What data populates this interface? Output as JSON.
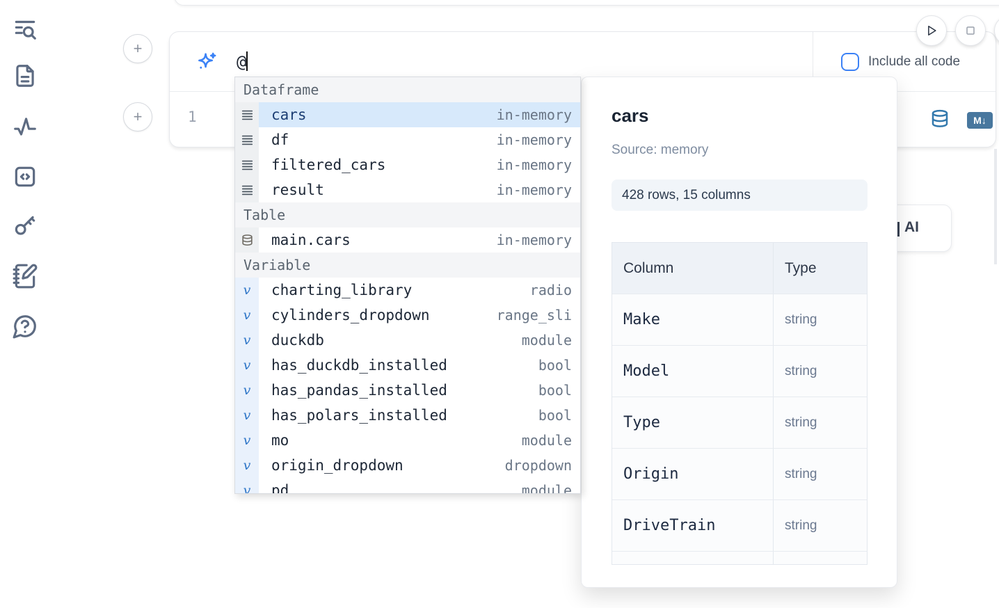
{
  "sidebar": {
    "items": [
      {
        "icon": "list-search-icon"
      },
      {
        "icon": "file-text-icon"
      },
      {
        "icon": "activity-icon"
      },
      {
        "icon": "code-square-icon"
      },
      {
        "icon": "key-icon"
      },
      {
        "icon": "notebook-pen-icon"
      },
      {
        "icon": "help-circle-icon"
      }
    ]
  },
  "toolbar": {
    "run": "run",
    "stop": "stop"
  },
  "ai_prompt": {
    "value": "@",
    "include_all_code": {
      "label": "Include all code",
      "checked": false
    }
  },
  "cell": {
    "line_number": "1",
    "markdown_badge": "M↓"
  },
  "autocomplete": {
    "sections": [
      {
        "label": "Dataframe",
        "icon": "dataframe-icon",
        "items": [
          {
            "name": "cars",
            "detail": "in-memory",
            "selected": true
          },
          {
            "name": "df",
            "detail": "in-memory"
          },
          {
            "name": "filtered_cars",
            "detail": "in-memory"
          },
          {
            "name": "result",
            "detail": "in-memory"
          }
        ]
      },
      {
        "label": "Table",
        "icon": "database-icon",
        "items": [
          {
            "name": "main.cars",
            "detail": "in-memory"
          }
        ]
      },
      {
        "label": "Variable",
        "icon": "variable-icon",
        "items": [
          {
            "name": "charting_library",
            "detail": "radio"
          },
          {
            "name": "cylinders_dropdown",
            "detail": "range_sli"
          },
          {
            "name": "duckdb",
            "detail": "module"
          },
          {
            "name": "has_duckdb_installed",
            "detail": "bool"
          },
          {
            "name": "has_pandas_installed",
            "detail": "bool"
          },
          {
            "name": "has_polars_installed",
            "detail": "bool"
          },
          {
            "name": "mo",
            "detail": "module"
          },
          {
            "name": "origin_dropdown",
            "detail": "dropdown"
          },
          {
            "name": "pd",
            "detail": "module",
            "clipped": true
          }
        ]
      }
    ]
  },
  "preview": {
    "title": "cars",
    "source": "Source: memory",
    "shape": "428 rows, 15 columns",
    "table": {
      "headers": [
        "Column",
        "Type"
      ],
      "rows": [
        [
          "Make",
          "string"
        ],
        [
          "Model",
          "string"
        ],
        [
          "Type",
          "string"
        ],
        [
          "Origin",
          "string"
        ],
        [
          "DriveTrain",
          "string"
        ]
      ]
    }
  },
  "ai_button": {
    "visible_label": "AI"
  },
  "colors": {
    "accent_blue": "#3c82f6",
    "selection_bg": "#d7e9fb",
    "icon_slate": "#5d6b82",
    "variable_blue": "#3077c8",
    "db_icon_blue": "#3379ad",
    "md_badge_bg": "#48779e"
  }
}
